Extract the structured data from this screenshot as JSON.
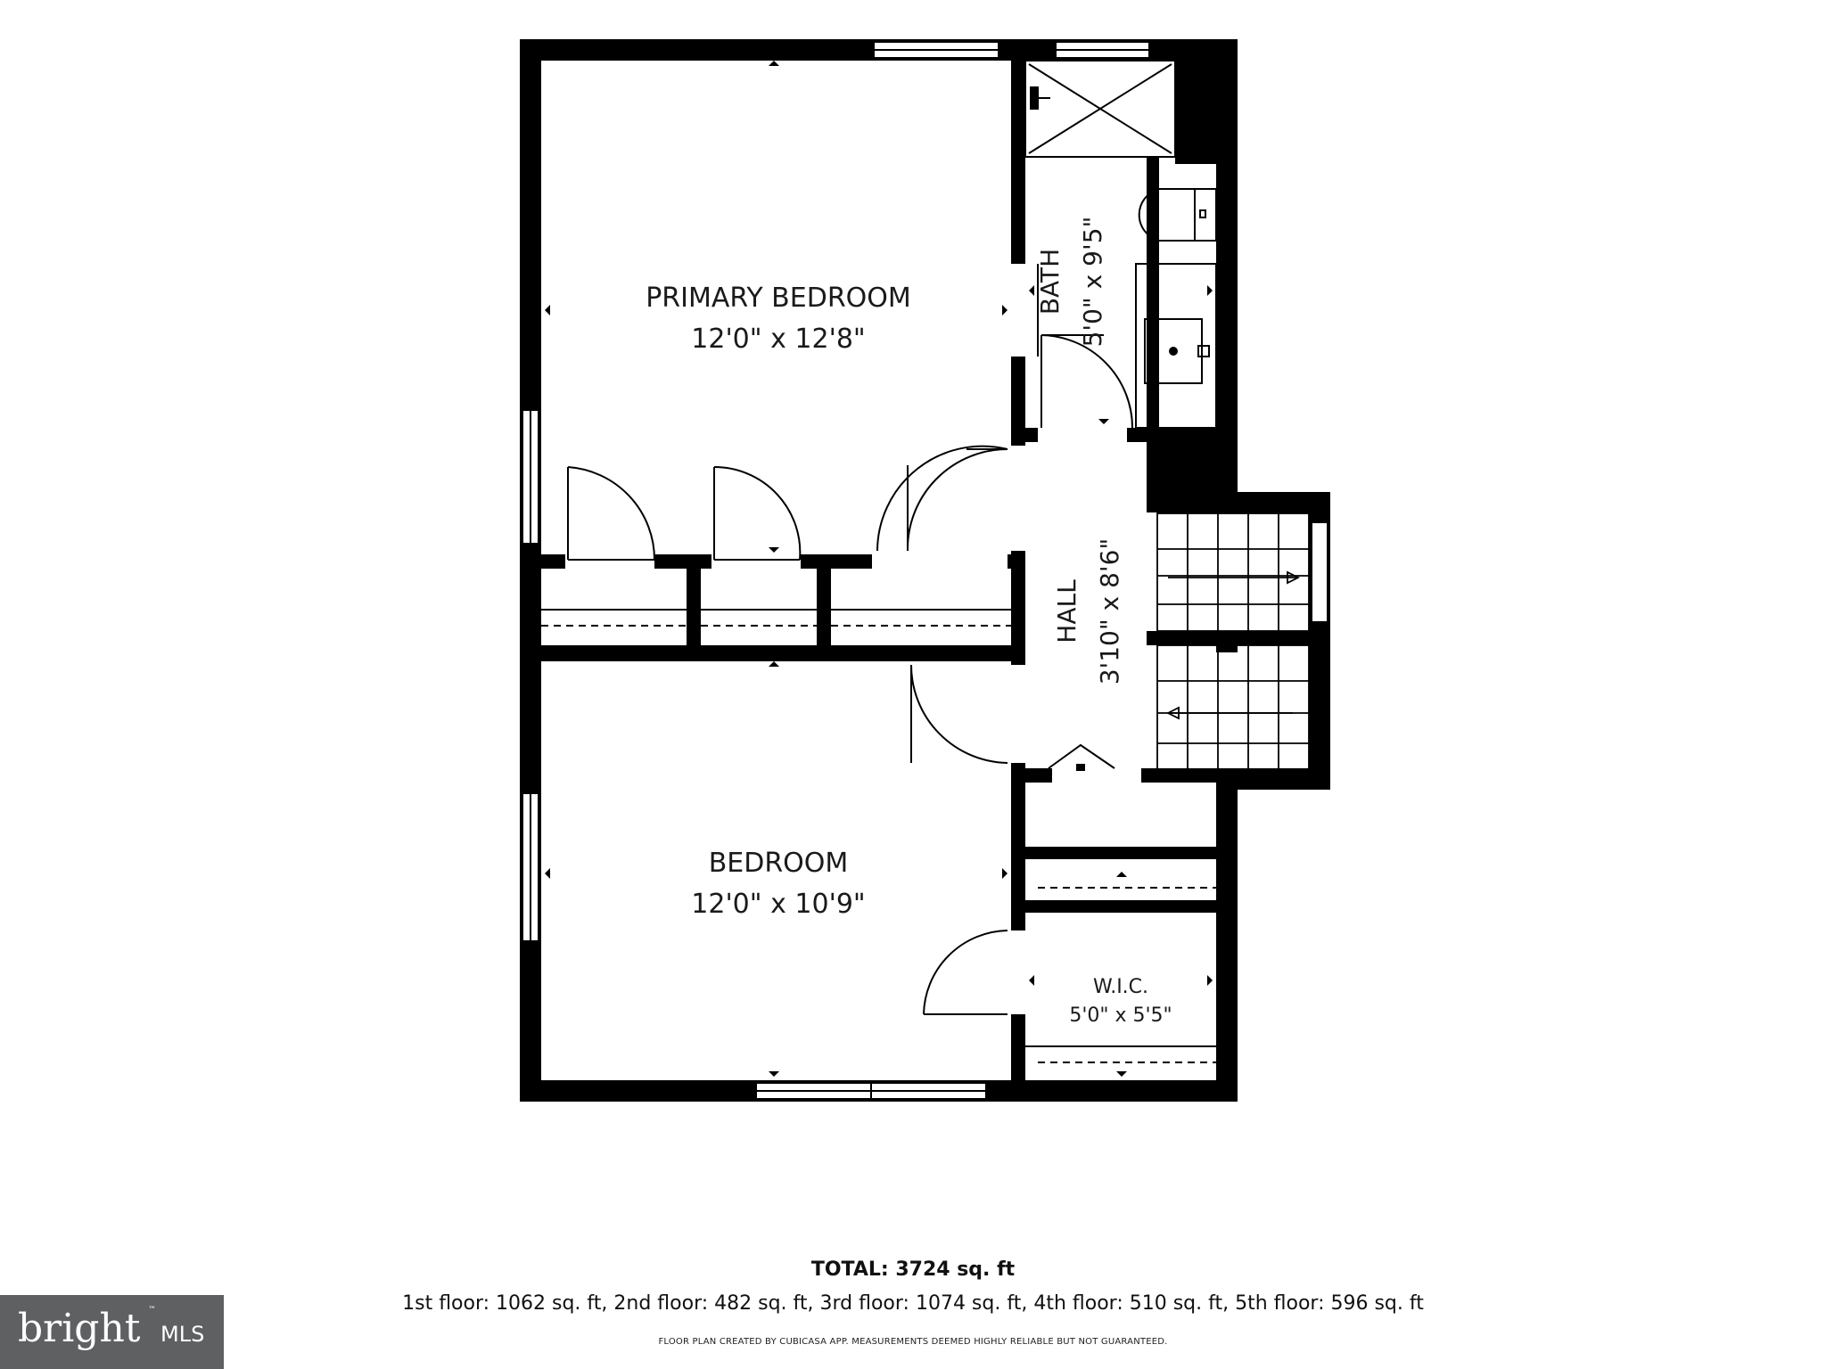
{
  "rooms": {
    "primary_bedroom": {
      "name": "PRIMARY BEDROOM",
      "size": "12'0\" x 12'8\""
    },
    "bath": {
      "name": "BATH",
      "size": "5'0\" x 9'5\""
    },
    "hall": {
      "name": "HALL",
      "size": "3'10\" x 8'6\""
    },
    "bedroom": {
      "name": "BEDROOM",
      "size": "12'0\" x 10'9\""
    },
    "wic": {
      "name": "W.I.C.",
      "size": "5'0\" x 5'5\""
    }
  },
  "footer": {
    "total": "TOTAL: 3724 sq. ft",
    "floors": "1st floor: 1062 sq. ft, 2nd floor: 482 sq. ft, 3rd floor: 1074 sq. ft, 4th floor: 510 sq. ft, 5th floor: 596 sq. ft",
    "disclaimer": "FLOOR PLAN CREATED BY CUBICASA APP. MEASUREMENTS DEEMED HIGHLY RELIABLE BUT NOT GUARANTEED."
  },
  "logo": {
    "brand": "bright",
    "suffix": "MLS",
    "trademark": "™"
  },
  "colors": {
    "wall": "#000000",
    "background": "#ffffff",
    "logo_bg": "#5f6062"
  }
}
